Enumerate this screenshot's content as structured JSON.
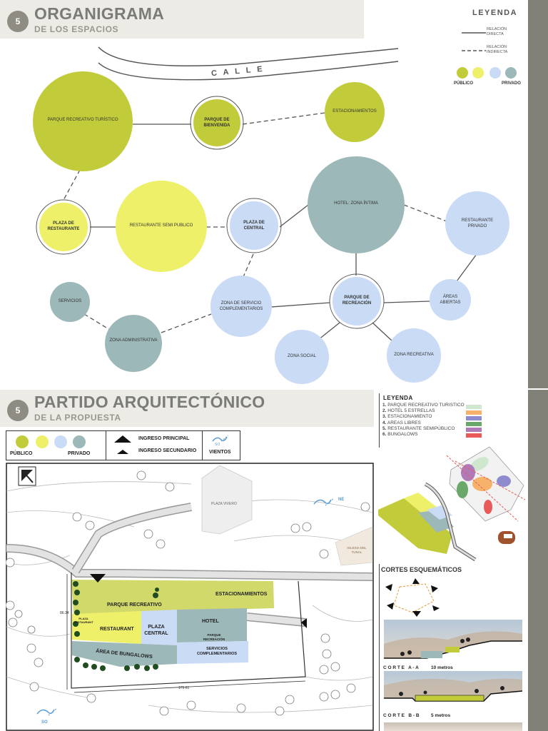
{
  "section1": {
    "number": "5",
    "title": "ORGANIGRAMA",
    "subtitle": "DE LOS ESPACIOS",
    "street": "C A L L E",
    "legend": {
      "title": "LEYENDA",
      "direct": "RELACIÓN DIRECTA",
      "indirect": "RELACIÓN INDIRECTA",
      "public": "PÚBLICO",
      "private": "PRIVADO"
    },
    "nodes": {
      "parque": "PARQUE RECREATIVO TURÍSTICO",
      "bienvenida": "PARQUE DE BIENVENIDA",
      "estacionamientos": "ESTACIONAMIENTOS",
      "plaza_restaurante": "PLAZA DE RESTAURANTE",
      "restaurante_semi": "RESTAURANTE SEMI PUBLICO",
      "plaza_central": "PLAZA DE CENTRAL",
      "hotel": "HOTEL: ZONA ÍNTIMA",
      "rest_privado": "RESTAURANTE PRIVADO",
      "servicios": "SERVICIOS",
      "zona_servicio": "ZONA DE SERVICIO COMPLEMENTARIOS",
      "parque_recreacion": "PARQUE DE RECREACIÓN",
      "areas_abiertas": "ÁREAS ABIERTAS",
      "zona_admin": "ZONA ADMINISTRATIVA",
      "zona_social": "ZONA SOCIAL",
      "zona_recreativa": "ZONA RECREATIVA"
    }
  },
  "section2": {
    "number": "5",
    "title": "PARTIDO ARQUITECTÓNICO",
    "subtitle": "DE LA PROPUESTA",
    "legend_box": {
      "public": "PÚBLICO",
      "private": "PRIVADO",
      "main_entry": "INGRESO PRINCIPAL",
      "secondary_entry": "INGRESO SECUNDARIO",
      "winds": "VIENTOS",
      "so": "SO"
    },
    "plan": {
      "plaza_vivero": "PLAZA VIVERO",
      "ne": "NE",
      "so": "SO",
      "neighbor": "IGLESIA DEL TUNAL",
      "parque_recreativo": "PARQUE RECREATIVO",
      "estacionamientos": "ESTACIONAMIENTOS",
      "restaurant": "RESTAURANT",
      "plaza_restaurant": "PLAZA RESTAURANT",
      "plaza_central": "PLAZA CENTRAL",
      "hotel": "HOTEL",
      "parque_recreacion": "PARQUE RECREACIÓN",
      "servicios": "SERVICIOS COMPLEMENTARIOS",
      "bungalows": "ÁREA DE BUNGALOWS",
      "dim_height": "86.34",
      "dim_width": "175.61"
    },
    "right_legend": {
      "title": "LEYENDA",
      "items": [
        {
          "n": "1.",
          "text": "PARQUE RECREATIVO TURISTICO",
          "color": "#cfe7cf"
        },
        {
          "n": "2.",
          "text": "HOTEL 5 ESTRELLAS",
          "color": "#f6b26b"
        },
        {
          "n": "3.",
          "text": "ESTACIONAMIENTO",
          "color": "#8e8ccf"
        },
        {
          "n": "4.",
          "text": "AREAS LIBRES",
          "color": "#6aa86a"
        },
        {
          "n": "5.",
          "text": "RESTAURANTE SEMIPÚBLICO",
          "color": "#b07ab8"
        },
        {
          "n": "6.",
          "text": "BUNGALOWS",
          "color": "#e85a5a"
        }
      ]
    },
    "cortes": {
      "title": "CORTES ESQUEMÁTICOS",
      "a_label": "C O R T E   A - A",
      "a_scale": "10 metros",
      "b_label": "C O R T E   B - B",
      "b_scale": "5 metros"
    }
  },
  "colors": {
    "public1": "#c2cc3a",
    "public2": "#eef06a",
    "private1": "#c9dbf5",
    "private2": "#9db8b8",
    "sidebar": "#818178"
  }
}
